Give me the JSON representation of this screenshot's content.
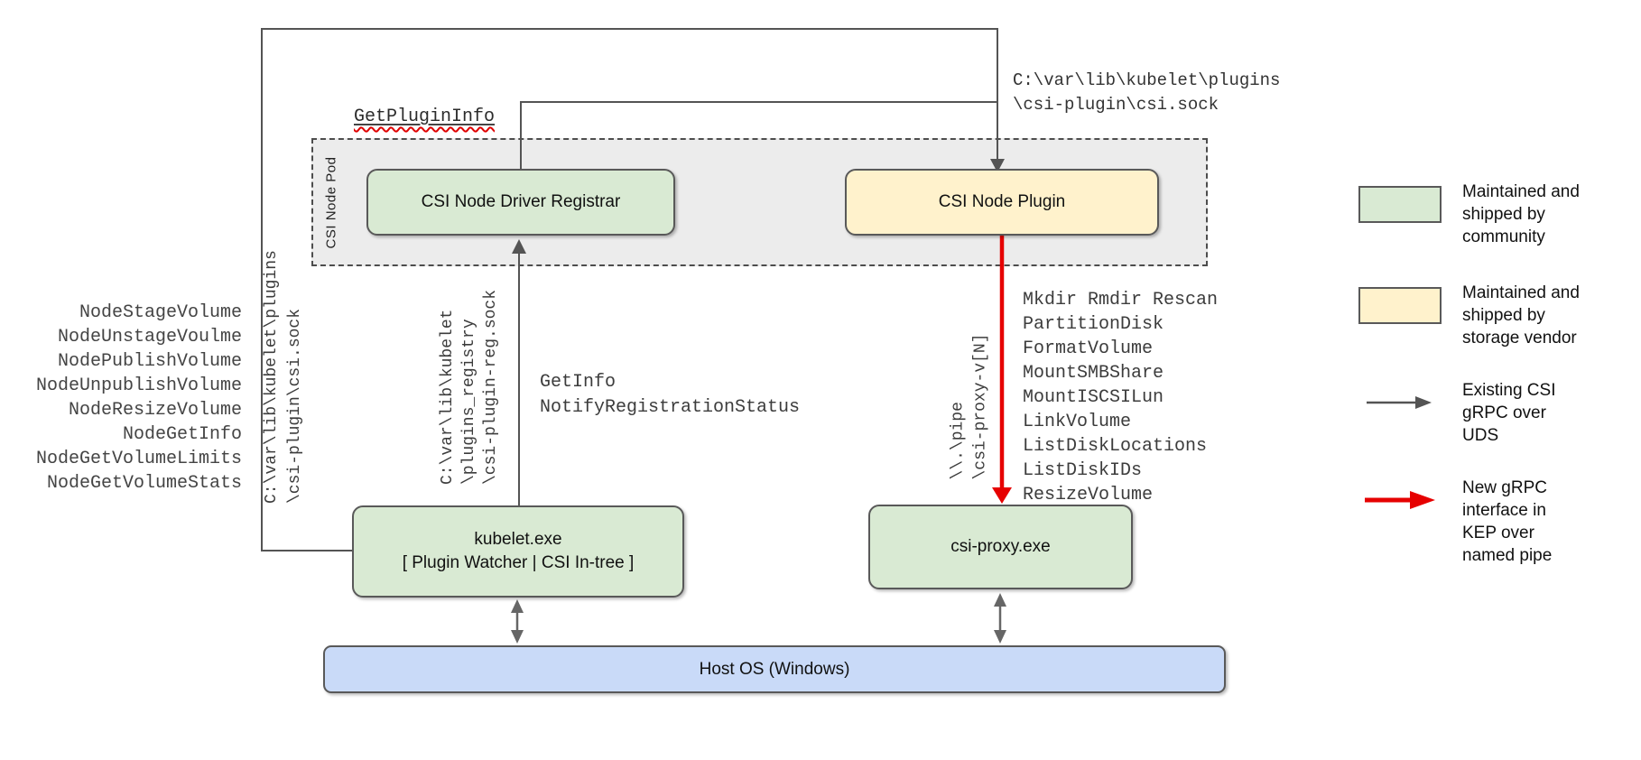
{
  "colors": {
    "community_green": "#d9ead3",
    "vendor_yellow": "#fff2cc",
    "host_blue": "#c9daf8",
    "pod_gray": "#ececec",
    "line_gray": "#545454",
    "new_grpc_red": "#e60000"
  },
  "pod": {
    "label": "CSI Node Pod",
    "registrar_label": "CSI Node Driver Registrar",
    "plugin_label": "CSI Node Plugin"
  },
  "boxes": {
    "kubelet_line1": "kubelet.exe",
    "kubelet_line2": "[ Plugin Watcher | CSI In-tree ]",
    "csi_proxy_label": "csi-proxy.exe",
    "host_os_label": "Host OS (Windows)"
  },
  "labels": {
    "get_plugin_info": "GetPluginInfo",
    "csi_sock_path_top": [
      "C:\\var\\lib\\kubelet\\plugins",
      "\\csi-plugin\\csi.sock"
    ],
    "csi_sock_path_rotated": [
      "C:\\var\\lib\\kubelet\\plugins",
      "\\csi-plugin\\csi.sock"
    ],
    "registration_sock_rotated": [
      "C:\\var\\lib\\kubelet",
      "\\plugins_registry",
      "\\csi-plugin-reg.sock"
    ],
    "named_pipe_rotated": [
      "\\\\.\\pipe",
      "\\csi-proxy-v[N]"
    ],
    "registration_calls": [
      "GetInfo",
      "NotifyRegistrationStatus"
    ]
  },
  "node_csi_methods": [
    "NodeStageVolume",
    "NodeUnstageVoulme",
    "NodePublishVolume",
    "NodeUnpublishVolume",
    "NodeResizeVolume",
    "NodeGetInfo",
    "NodeGetVolumeLimits",
    "NodeGetVolumeStats"
  ],
  "csi_proxy_methods": [
    "Mkdir Rmdir Rescan",
    "PartitionDisk",
    "FormatVolume",
    "MountSMBShare",
    "MountISCSILun",
    "LinkVolume",
    "ListDiskLocations",
    "ListDiskIDs",
    "ResizeVolume"
  ],
  "legend": {
    "items": [
      {
        "swatch": "community_green",
        "label": [
          "Maintained and",
          "shipped by",
          "community"
        ]
      },
      {
        "swatch": "vendor_yellow",
        "label": [
          "Maintained and",
          "shipped by",
          "storage vendor"
        ]
      },
      {
        "arrow": "gray",
        "label": [
          "Existing CSI",
          "gRPC over",
          "UDS"
        ]
      },
      {
        "arrow": "red",
        "label": [
          "New gRPC",
          "interface in",
          "KEP over",
          "named pipe"
        ]
      }
    ]
  }
}
